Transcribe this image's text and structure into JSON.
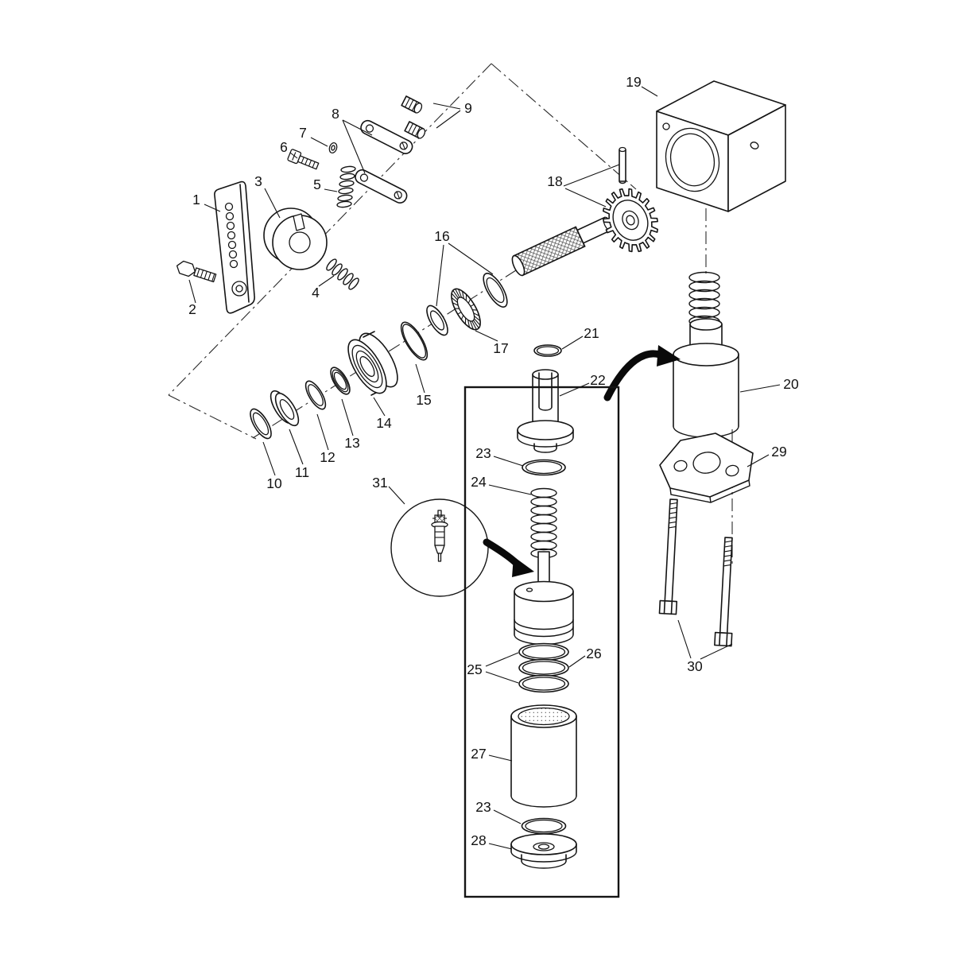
{
  "figure": {
    "type": "exploded-parts-diagram",
    "background": "#ffffff",
    "line_color": "#141414",
    "distinct_part_numbers": 31
  },
  "callouts": [
    {
      "label": "1"
    },
    {
      "label": "2"
    },
    {
      "label": "3"
    },
    {
      "label": "4"
    },
    {
      "label": "5"
    },
    {
      "label": "6"
    },
    {
      "label": "7"
    },
    {
      "label": "8"
    },
    {
      "label": "9"
    },
    {
      "label": "10"
    },
    {
      "label": "11"
    },
    {
      "label": "12"
    },
    {
      "label": "13"
    },
    {
      "label": "14"
    },
    {
      "label": "15"
    },
    {
      "label": "16"
    },
    {
      "label": "17"
    },
    {
      "label": "18"
    },
    {
      "label": "19"
    },
    {
      "label": "20"
    },
    {
      "label": "21"
    },
    {
      "label": "22"
    },
    {
      "label": "23"
    },
    {
      "label": "24"
    },
    {
      "label": "25"
    },
    {
      "label": "26"
    },
    {
      "label": "27"
    },
    {
      "label": "23"
    },
    {
      "label": "28"
    },
    {
      "label": "29"
    },
    {
      "label": "30"
    },
    {
      "label": "31"
    }
  ]
}
